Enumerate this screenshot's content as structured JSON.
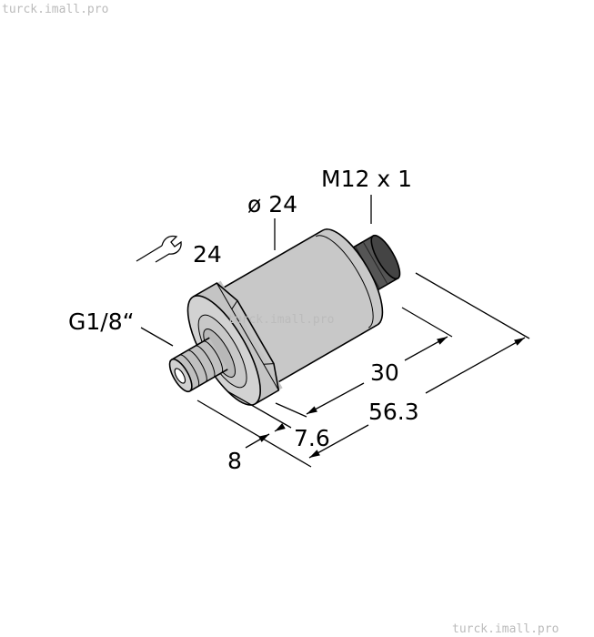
{
  "watermarks": {
    "top_left": "turck.imall.pro",
    "center": "turck.imall.pro",
    "bottom_right": "turck.imall.pro"
  },
  "labels": {
    "connector_thread": "M12 x 1",
    "diameter": "ø 24",
    "wrench_size": "24",
    "process_thread": "G1/8“",
    "dim_30": "30",
    "dim_56_3": "56.3",
    "dim_7_6": "7.6",
    "dim_8": "8"
  },
  "colors": {
    "body": "#c8c8c8",
    "connector": "#555555",
    "line": "#000000"
  }
}
